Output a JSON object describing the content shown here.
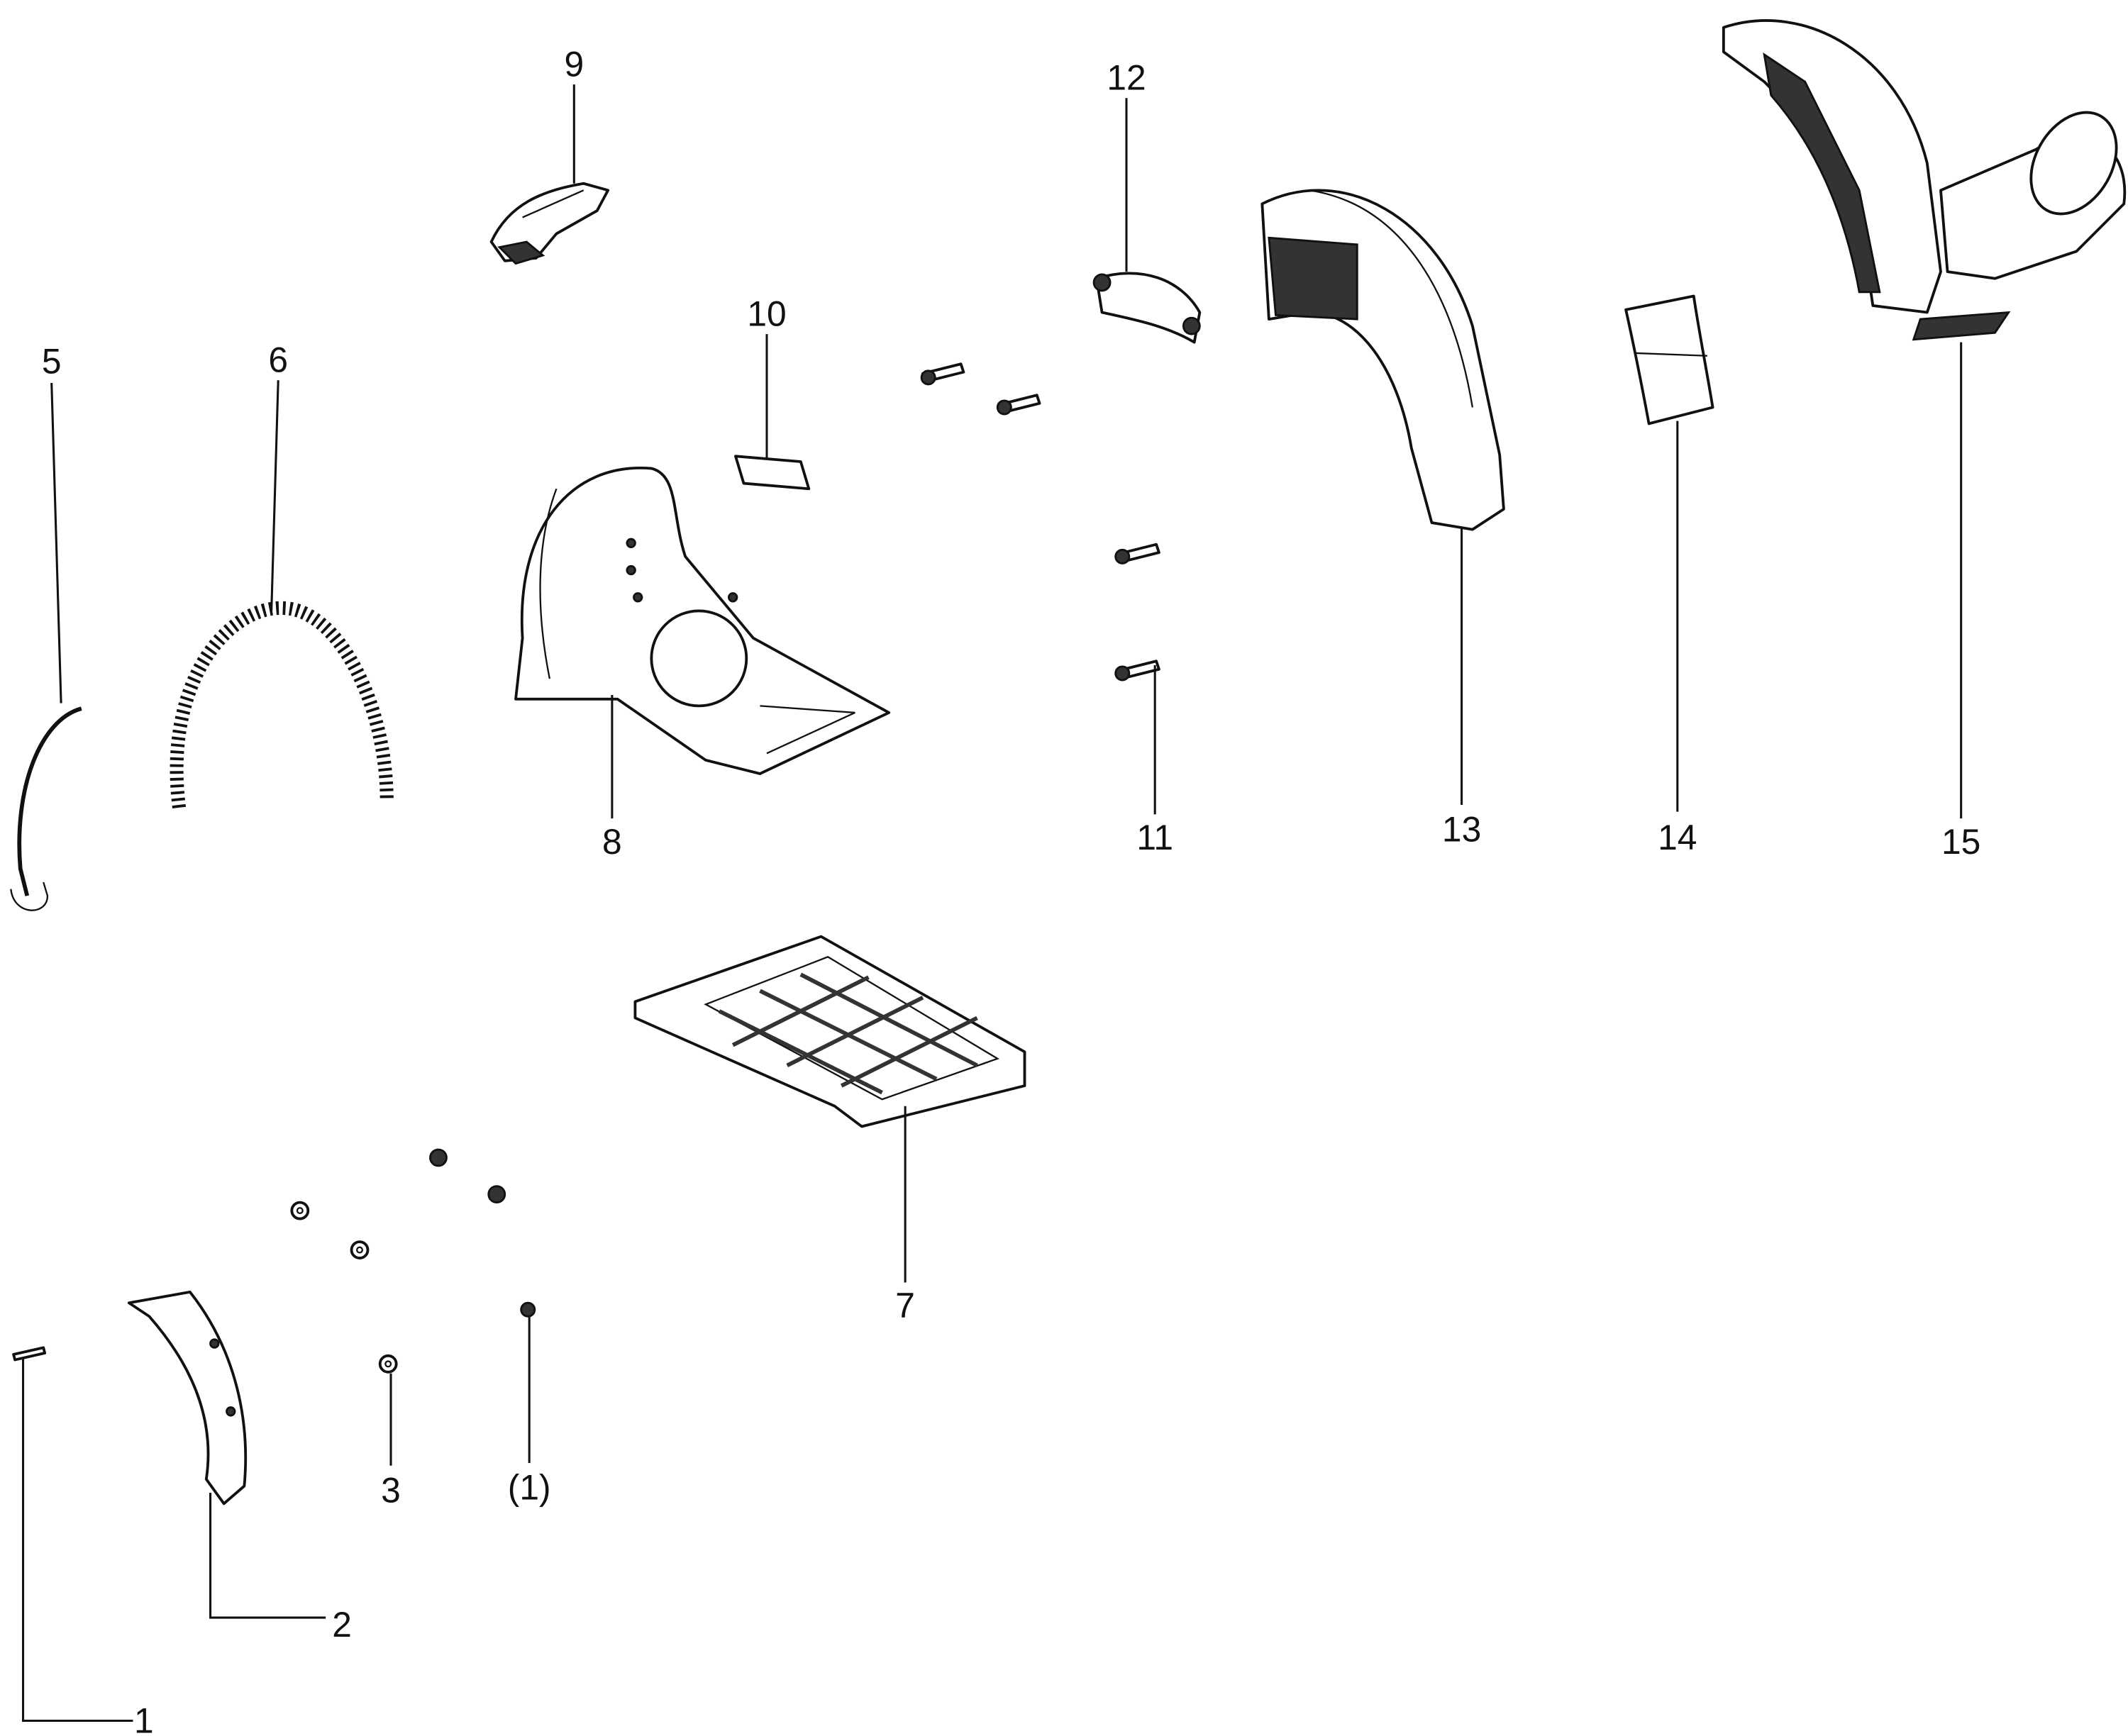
{
  "diagram": {
    "type": "exploded-parts-diagram",
    "labels": {
      "p1": "1",
      "p1b": "(1)",
      "p2": "2",
      "p3": "3",
      "p5": "5",
      "p6": "6",
      "p7": "7",
      "p8": "8",
      "p9": "9",
      "p10": "10",
      "p11": "11",
      "p12": "12",
      "p13": "13",
      "p14": "14",
      "p15": "15"
    }
  }
}
